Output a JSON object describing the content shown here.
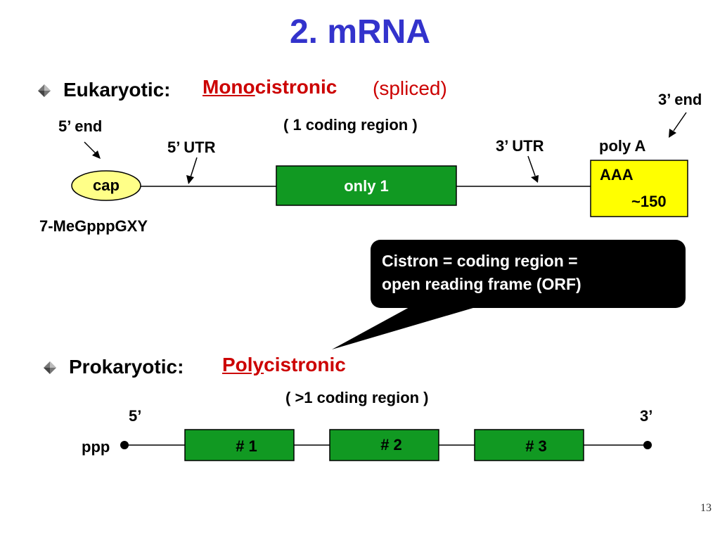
{
  "slide": {
    "title": "2.  mRNA",
    "page_number": "13"
  },
  "eukaryotic": {
    "heading": "Eukaryotic:",
    "type_prefix": "Mono",
    "type_suffix": "cistronic",
    "note": "(spliced)",
    "coding_region_note": "( 1 coding region )",
    "five_end": "5’ end",
    "five_utr": "5’ UTR",
    "three_utr": "3’ UTR",
    "poly_a": "poly A",
    "three_end": "3’ end",
    "cap_label": "cap",
    "coding_label": "only 1",
    "poly_a_box_line1": "AAA",
    "poly_a_box_line2": "~150",
    "cap_structure": "7-MeGpppGXY"
  },
  "callout": {
    "line1": "Cistron = coding region =",
    "line2": "open reading frame (ORF)"
  },
  "prokaryotic": {
    "heading": "Prokaryotic:",
    "type_prefix": "Poly",
    "type_suffix": "cistronic",
    "coding_region_note": "( >1 coding region )",
    "five_label": "5’",
    "three_label": "3’",
    "ppp_label": "ppp",
    "regions": [
      "# 1",
      "# 2",
      "# 3"
    ]
  },
  "colors": {
    "title": "#3333cc",
    "accent_red": "#cc0000",
    "coding_green": "#119922",
    "cap_yellow": "#ffff88",
    "poly_a_yellow": "#ffff00",
    "callout_bg": "#000000"
  }
}
